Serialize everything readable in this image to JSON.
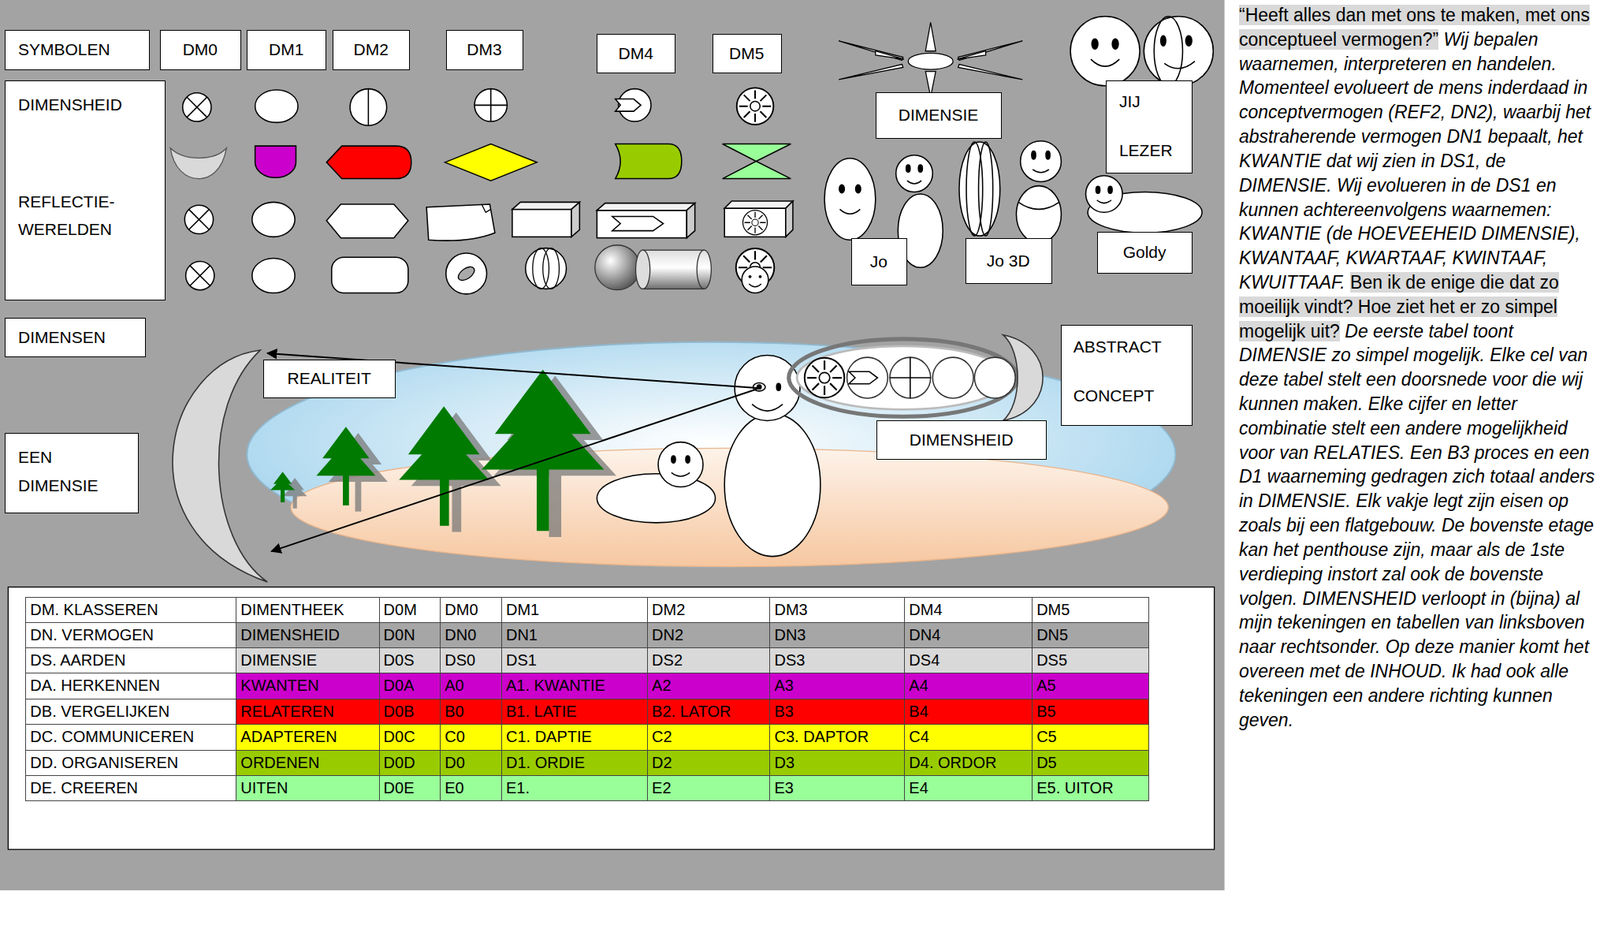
{
  "diagram": {
    "nodes": [
      {
        "text": [
          "SYMBOLEN"
        ]
      },
      {
        "text": [
          "DM0"
        ]
      },
      {
        "text": [
          "DM1"
        ]
      },
      {
        "text": [
          "DM2"
        ]
      },
      {
        "text": [
          "DM3"
        ]
      },
      {
        "text": [
          "DM4"
        ]
      },
      {
        "text": [
          "DM5"
        ]
      },
      {
        "text": [
          "DIMENSHEID",
          "REFLECTIE- WERELDEN"
        ]
      },
      {
        "text": [
          "DIMENSIE"
        ]
      },
      {
        "text": [
          "JIJ",
          "LEZER"
        ]
      },
      {
        "text": [
          "Jo"
        ]
      },
      {
        "text": [
          "Jo 3D"
        ]
      },
      {
        "text": [
          "Goldy"
        ]
      },
      {
        "text": [
          "DIMENSEN"
        ]
      },
      {
        "text": [
          "ABSTRACT",
          "CONCEPT"
        ]
      },
      {
        "text": [
          "REALITEIT"
        ]
      },
      {
        "text": [
          "DIMENSHEID"
        ]
      },
      {
        "text": [
          "EEN DIMENSIE"
        ]
      }
    ],
    "labels": [
      "DM. KLASSEREN",
      "DIMENTHEEK",
      "D0M",
      "DM0",
      "DM1",
      "DM2",
      "DM3",
      "DM4",
      "DM5",
      "DN. VERMOGEN",
      "DIMENSHEID",
      "D0N",
      "DN0",
      "DN1",
      "DN2",
      "DN3",
      "DN4",
      "DN5",
      "DS. AARDEN",
      "DIMENSIE",
      "D0S",
      "DS0",
      "DS1",
      "DS2",
      "DS3",
      "DS4",
      "DS5",
      "DA. HERKENNEN",
      "KWANTEN",
      "D0A",
      "A0",
      "A1. KWANTIE",
      "A2",
      "A3",
      "A4",
      "A5",
      "DB. VERGELIJKEN",
      "RELATEREN",
      "D0B",
      "B0",
      "B1. LATIE",
      "B2. LATOR",
      "B3",
      "B4",
      "B5",
      "DC. COMMUNICEREN",
      "ADAPTEREN",
      "D0C",
      "C0",
      "C1. DAPTIE",
      "C2",
      "C3. DAPTOR",
      "C4",
      "C5",
      "DD. ORGANISEREN",
      "ORDENEN",
      "D0D",
      "D0",
      "D1. ORDIE",
      "D2",
      "D3",
      "D4. ORDOR",
      "D5",
      "DE. CREEREN",
      "UITEN",
      "D0E",
      "E0",
      "E1.",
      "E2",
      "E3",
      "E4",
      "E5. UITOR",
      "“Heeft alles dan met ons te maken, met ons conceptueel vermogen?”",
      "Wij bepalen waarnemen, interpreteren en handelen. Momenteel evolueert de mens inderdaad in conceptvermogen (REF2, DN2), waarbij het abstraherende vermogen DN1 bepaalt, het KWANTIE dat wij zien in DS1, de DIMENSIE. Wij evolueren in de DS1 en kunnen achtereenvolgens waarnemen: KWANTIE (de HOEVEEHEID DIMENSIE), KWANTAAF, KWARTAAF, KWINTAAF, KWUITTAAF.",
      "Ben ik de enige die dat zo moeilijk vindt? Hoe ziet het er zo simpel mogelijk uit?",
      "De eerste tabel toont DIMENSIE zo simpel mogelijk. Elke cel van deze tabel stelt een doorsnede voor die wij kunnen maken. Elke cijfer en letter combinatie stelt een andere mogelijkheid voor van RELATIES. Een B3 proces en een D1 waarneming gedragen zich totaal anders in DIMENSIE. Elk vakje legt zijn eisen op zoals bij een flatgebouw. De bovenste etage kan het penthouse zijn, maar als de 1ste verdieping instort zal ook de bovenste volgen. DIMENSHEID verloopt in (bijna) al mijn tekeningen en tabellen van linksboven naar rechtsonder. Op deze manier komt het overeen met de INHOUD. Ik had ook alle tekeningen een andere richting kunnen geven."
    ]
  }
}
